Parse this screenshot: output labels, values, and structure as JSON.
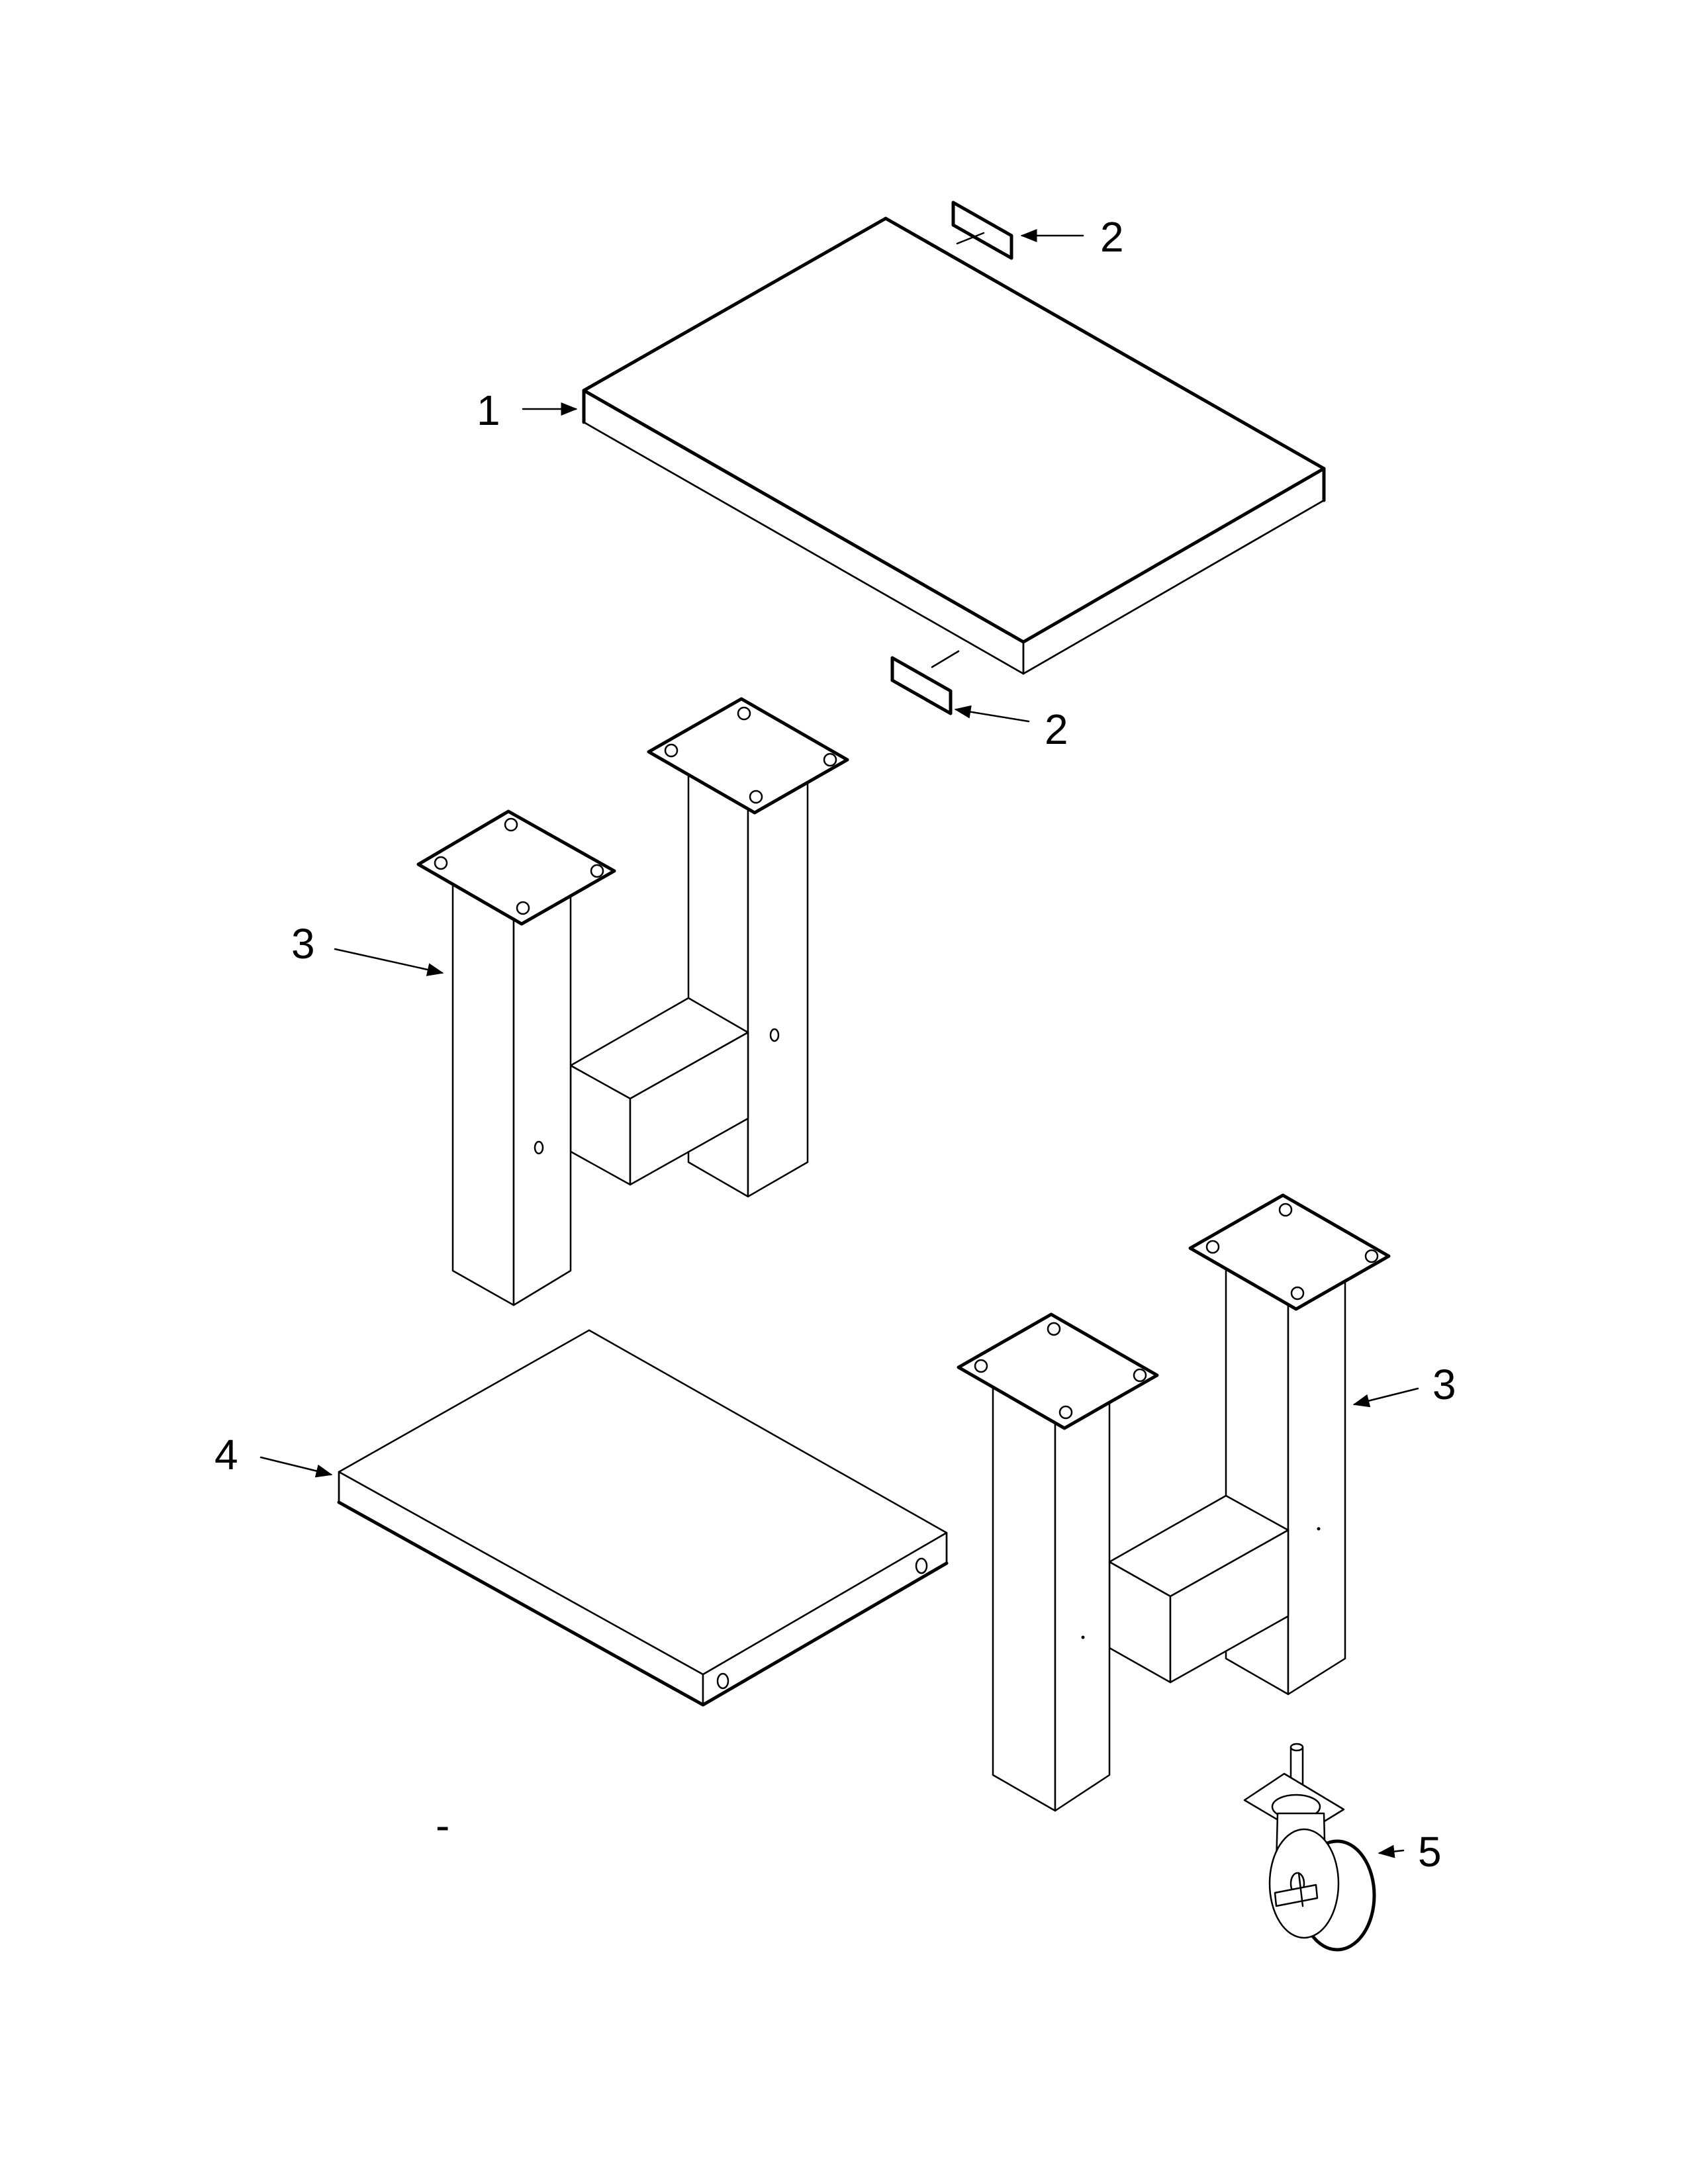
{
  "callouts": {
    "c1": "1",
    "c2a": "2",
    "c2b": "2",
    "c3a": "3",
    "c3b": "3",
    "c4": "4",
    "c5": "5",
    "dash": "-"
  },
  "colors": {
    "line": "#000000",
    "background": "#ffffff"
  }
}
